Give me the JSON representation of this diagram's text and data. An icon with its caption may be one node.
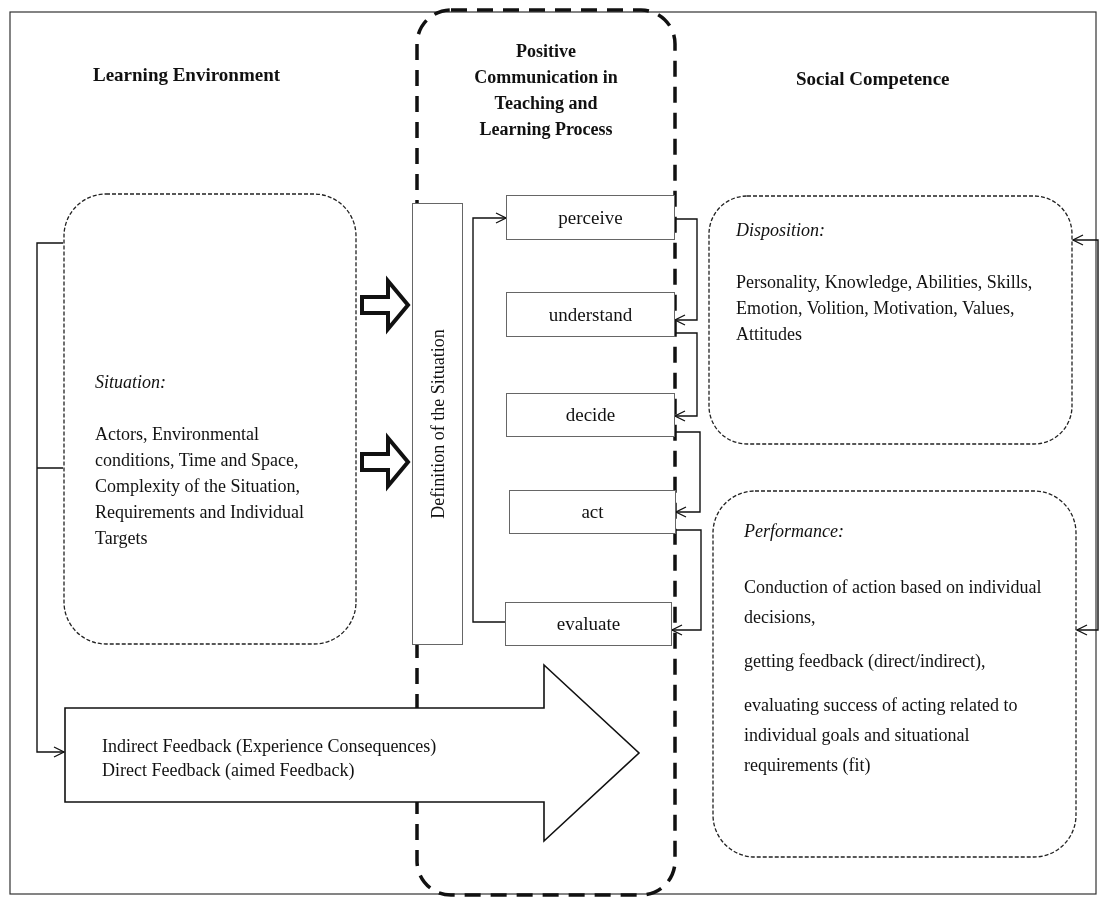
{
  "diagram": {
    "nodes": [
      {
        "text": [
          "Positive Communication in Teaching and Learning Process"
        ]
      },
      {
        "text": [
          "Situation:",
          "Actors, Environmental conditions, Time and Space, Complexity of the Situation, Requirements and Individual Targets"
        ]
      },
      {
        "text": [
          "Definition of the Situation"
        ],
        "in": 0
      },
      {
        "text": [
          "perceive"
        ],
        "in": 0
      },
      {
        "text": [
          "understand"
        ],
        "in": 0
      },
      {
        "text": [
          "decide"
        ],
        "in": 0
      },
      {
        "text": [
          "act"
        ],
        "in": 0
      },
      {
        "text": [
          "evaluate"
        ],
        "in": 0
      },
      {
        "text": [
          "Disposition:",
          "Personality, Knowledge, Abilities, Skills, Emotion, Volition, Motivation, Values, Attitudes"
        ]
      },
      {
        "text": [
          "Performance:",
          "Conduction of action based on individual decisions,",
          "getting feedback (direct/indirect),",
          "evaluating success of acting related to individual goals and situational requirements (fit)"
        ]
      },
      {
        "text": [
          "Indirect Feedback (Experience Consequences)",
          "Direct Feedback (aimed Feedback)"
        ]
      }
    ],
    "edges": [
      {
        "from": 1,
        "to": 10,
        "arrow": "to"
      },
      {
        "from": 1,
        "to": 2,
        "arrow": "to",
        "style": "thick"
      },
      {
        "from": 1,
        "to": 2,
        "arrow": "to",
        "style": "thick"
      },
      {
        "from": 3,
        "to": 4,
        "arrow": "to"
      },
      {
        "from": 4,
        "to": 5,
        "arrow": "to"
      },
      {
        "from": 5,
        "to": 6,
        "arrow": "to"
      },
      {
        "from": 6,
        "to": 7,
        "arrow": "to"
      },
      {
        "from": 7,
        "to": 3,
        "arrow": "to"
      },
      {
        "from": 8,
        "to": 9,
        "arrow": "both"
      }
    ],
    "labels": [
      "Learning Environment",
      "Social Competence"
    ]
  }
}
